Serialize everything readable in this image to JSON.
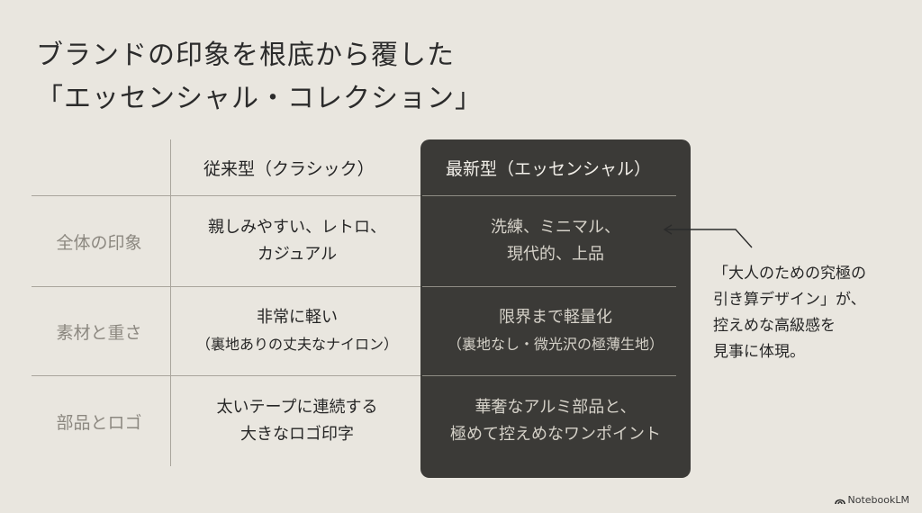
{
  "title": {
    "line1": "ブランドの印象を根底から覆した",
    "line2": "「エッセンシャル・コレクション」"
  },
  "table": {
    "headers": {
      "old": "従来型（クラシック）",
      "new": "最新型（エッセンシャル）"
    },
    "rows": [
      {
        "label": "全体の印象",
        "old": [
          "親しみやすい、レトロ、",
          "カジュアル"
        ],
        "new": [
          "洗練、ミニマル、",
          "現代的、上品"
        ]
      },
      {
        "label": "素材と重さ",
        "old": [
          "非常に軽い",
          "（裏地ありの丈夫なナイロン）"
        ],
        "new": [
          "限界まで軽量化",
          "（裏地なし・微光沢の極薄生地）"
        ]
      },
      {
        "label": "部品とロゴ",
        "old": [
          "太いテープに連続する",
          "大きなロゴ印字"
        ],
        "new": [
          "華奢なアルミ部品と、",
          "極めて控えめなワンポイント"
        ]
      }
    ]
  },
  "callout": {
    "lines": [
      "「大人のための究極の",
      "引き算デザイン」が、",
      "控えめな高級感を",
      "見事に体現。"
    ]
  },
  "badge": {
    "label": "NotebookLM",
    "icon": "notebooklm-logo-icon"
  },
  "colors": {
    "background": "#e9e6df",
    "panel": "#3b3a37",
    "panel_text": "#d6d2c9",
    "muted_label": "#8c8880"
  }
}
